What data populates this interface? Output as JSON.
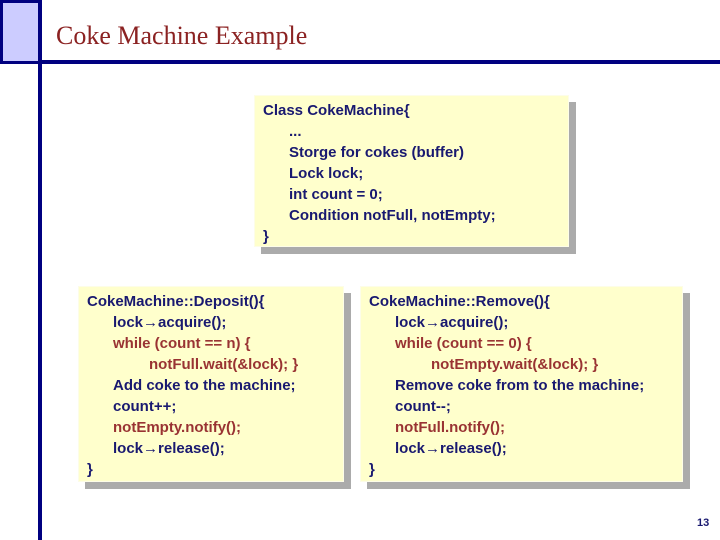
{
  "slide": {
    "title": "Coke Machine Example",
    "page_number": "13",
    "colors": {
      "accent_navy": "#000080",
      "title_red": "#8b2222",
      "code_navy": "#191970",
      "code_red": "#993333",
      "box_background": "#ffffcc",
      "box_shadow_gray": "#ababab",
      "corner_square_fill": "#ccccff"
    }
  },
  "boxes": {
    "class_box": {
      "lines": [
        {
          "text": "Class CokeMachine{",
          "indent": 0,
          "color": "navy"
        },
        {
          "text": "...",
          "indent": 1,
          "color": "navy"
        },
        {
          "text": "Storge for cokes (buffer)",
          "indent": 1,
          "color": "navy"
        },
        {
          "text": "Lock lock;",
          "indent": 1,
          "color": "navy"
        },
        {
          "text": "int count = 0;",
          "indent": 1,
          "color": "navy"
        },
        {
          "text": "Condition notFull, notEmpty;",
          "indent": 1,
          "color": "navy"
        },
        {
          "text": "}",
          "indent": 0,
          "color": "navy"
        }
      ]
    },
    "deposit_box": {
      "lines": [
        {
          "text": "CokeMachine::Deposit(){",
          "indent": 0,
          "color": "navy"
        },
        {
          "text": "lock→acquire();",
          "indent": 1,
          "color": "navy"
        },
        {
          "text": "while (count == n) {",
          "indent": 1,
          "color": "red"
        },
        {
          "text": "notFull.wait(&lock); }",
          "indent": 2,
          "color": "red"
        },
        {
          "text": "Add coke to the machine;",
          "indent": 1,
          "color": "navy"
        },
        {
          "text": "count++;",
          "indent": 1,
          "color": "navy"
        },
        {
          "text": "notEmpty.notify();",
          "indent": 1,
          "color": "red"
        },
        {
          "text": "lock→release();",
          "indent": 1,
          "color": "navy"
        },
        {
          "text": "}",
          "indent": 0,
          "color": "navy"
        }
      ]
    },
    "remove_box": {
      "lines": [
        {
          "text": "CokeMachine::Remove(){",
          "indent": 0,
          "color": "navy"
        },
        {
          "text": "lock→acquire();",
          "indent": 1,
          "color": "navy"
        },
        {
          "text": "while (count == 0) {",
          "indent": 1,
          "color": "red"
        },
        {
          "text": "notEmpty.wait(&lock); }",
          "indent": 2,
          "color": "red"
        },
        {
          "text": "Remove coke from to the machine;",
          "indent": 1,
          "color": "navy"
        },
        {
          "text": "count--;",
          "indent": 1,
          "color": "navy"
        },
        {
          "text": "notFull.notify();",
          "indent": 1,
          "color": "red"
        },
        {
          "text": "lock→release();",
          "indent": 1,
          "color": "navy"
        },
        {
          "text": "}",
          "indent": 0,
          "color": "navy"
        }
      ]
    }
  }
}
